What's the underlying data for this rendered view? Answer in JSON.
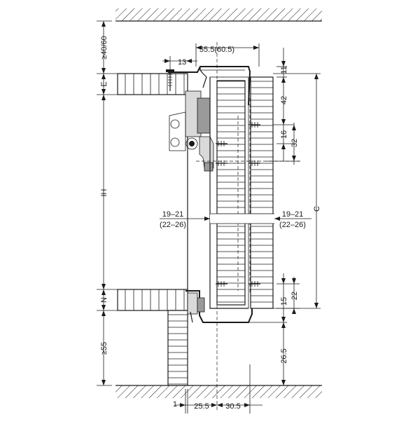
{
  "dimensions": {
    "top_clearance": "≥40/60",
    "E": "E",
    "IH": "IH",
    "N": "N",
    "bottom_clearance": "≥55",
    "width_top": "55.5(60.5)",
    "overlap": "13",
    "d11": "11",
    "d42": "42",
    "d16": "16",
    "d32": "32",
    "C": "C",
    "left_range": "19–21",
    "left_range_alt": "(22–26)",
    "right_range": "19–21",
    "right_range_alt": "(22–26)",
    "d22": "22",
    "d15": "15",
    "d26_5": "26.5",
    "d1": "1",
    "d25_5": "25.5",
    "d30_5": "30.5"
  }
}
